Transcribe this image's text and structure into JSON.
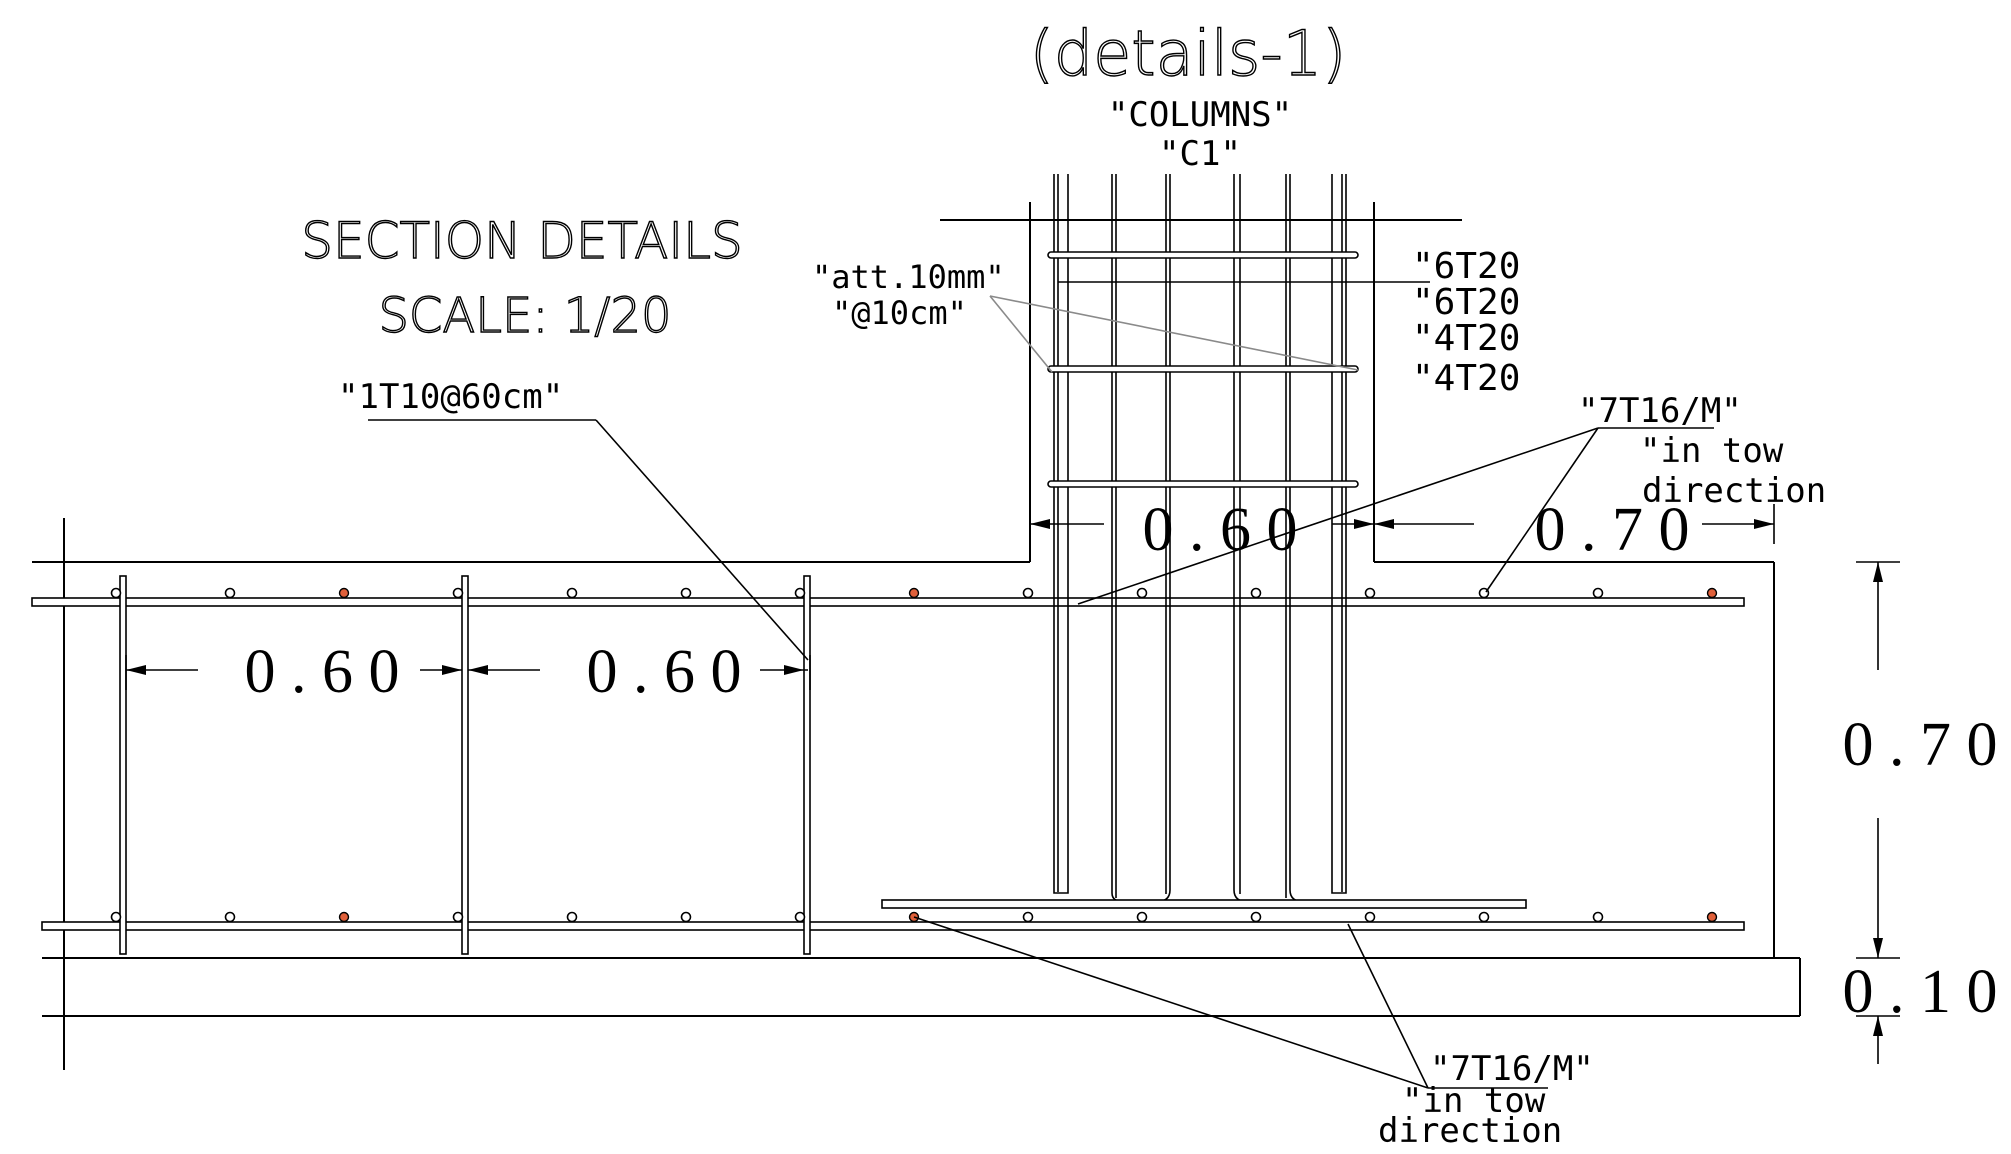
{
  "header": {
    "title": "(details-1)",
    "subtitle_1": "\"COLUMNS\"",
    "subtitle_2": "\"C1\""
  },
  "section": {
    "title": "SECTION DETAILS",
    "scale": "SCALE:  1/20"
  },
  "labels": {
    "stirrup_spacing": "\"1T10@60cm\"",
    "ties_diameter": "\"att.10mm\"",
    "ties_spacing": "\"@10cm\"",
    "column_bars": [
      "\"6T20",
      "\"6T20",
      "\"4T20",
      "\"4T20"
    ],
    "top_mesh_bars": "\"7T16/M\"",
    "top_mesh_dir_1": "\"in tow",
    "top_mesh_dir_2": "direction",
    "bottom_mesh_bars": "\"7T16/M\"",
    "bottom_mesh_dir_1": "\"in tow",
    "bottom_mesh_dir_2": "direction"
  },
  "dimensions": {
    "stirrup_gap_1": "0 . 6 0",
    "stirrup_gap_2": "0 . 6 0",
    "column_width": "0 . 6 0",
    "cantilever": "0 . 7 0",
    "footing_depth": "0 . 7 0",
    "blinding": "0 . 1 0"
  },
  "colors": {
    "line": "#000000",
    "leader_grey": "#8a8a8a",
    "highlighted_bar": "#e0603a"
  }
}
